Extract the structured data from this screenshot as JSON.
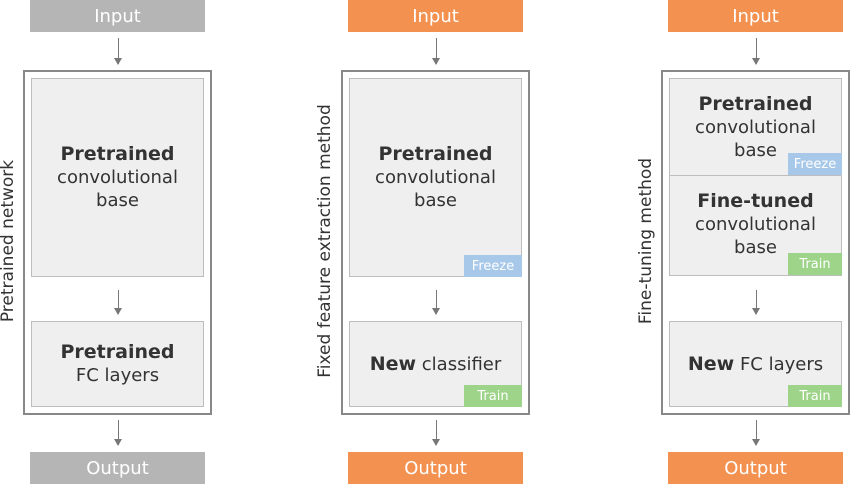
{
  "colors": {
    "gray": "#b5b5b5",
    "orange": "#f39150",
    "freeze": "#a7c8e8",
    "train": "#9ed48a"
  },
  "panels": [
    {
      "label": "Pretrained network",
      "input": "Input",
      "output": "Output",
      "top": {
        "bold": "Pretrained",
        "line2": "convolutional",
        "line3": "base"
      },
      "bottom": {
        "bold": "Pretrained",
        "rest": "FC layers"
      }
    },
    {
      "label": "Fixed feature extraction method",
      "input": "Input",
      "output": "Output",
      "top": {
        "bold": "Pretrained",
        "line2": "convolutional",
        "line3": "base",
        "badge": "Freeze"
      },
      "bottom": {
        "bold": "New",
        "rest": " classifier",
        "badge": "Train"
      }
    },
    {
      "label": "Fine-tuning method",
      "input": "Input",
      "output": "Output",
      "top": {
        "bold": "Pretrained",
        "line2": "convolutional",
        "line3": "base",
        "badge": "Freeze"
      },
      "middle": {
        "bold": "Fine-tuned",
        "line2": "convolutional",
        "line3": "base",
        "badge": "Train"
      },
      "bottom": {
        "bold": "New",
        "rest": " FC layers",
        "badge": "Train"
      }
    }
  ]
}
